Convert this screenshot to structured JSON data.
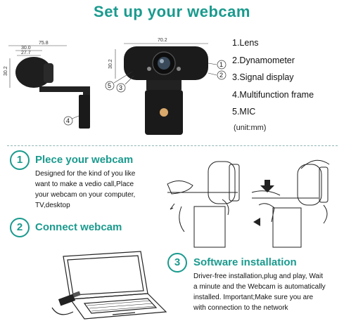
{
  "title": "Set up your webcam",
  "parts": [
    "1.Lens",
    "2.Dynamometer",
    "3.Signal display",
    "4.Multifunction frame",
    "5.MIC"
  ],
  "unit": "(unit:mm)",
  "dims": {
    "w1": "75.8",
    "w2": "30.0",
    "w3": "27.7",
    "h1": "30.2",
    "w4": "70.2",
    "h2": "30.2"
  },
  "callouts": [
    "1",
    "2",
    "3",
    "4",
    "5"
  ],
  "steps": [
    {
      "num": "1",
      "title": "Plece your webcam",
      "desc": "Designed for the kind of you like want to make a vedio call,Place your webcam on your computer, TV,desktop"
    },
    {
      "num": "2",
      "title": "Connect webcam"
    },
    {
      "num": "3",
      "title": "Software installation",
      "desc": "Driver-free installation,plug and play, Wait a minute and the Webcam is automatically installed. Important;Make sure you are with connection to the network"
    }
  ],
  "colors": {
    "accent": "#1a9a8e"
  }
}
